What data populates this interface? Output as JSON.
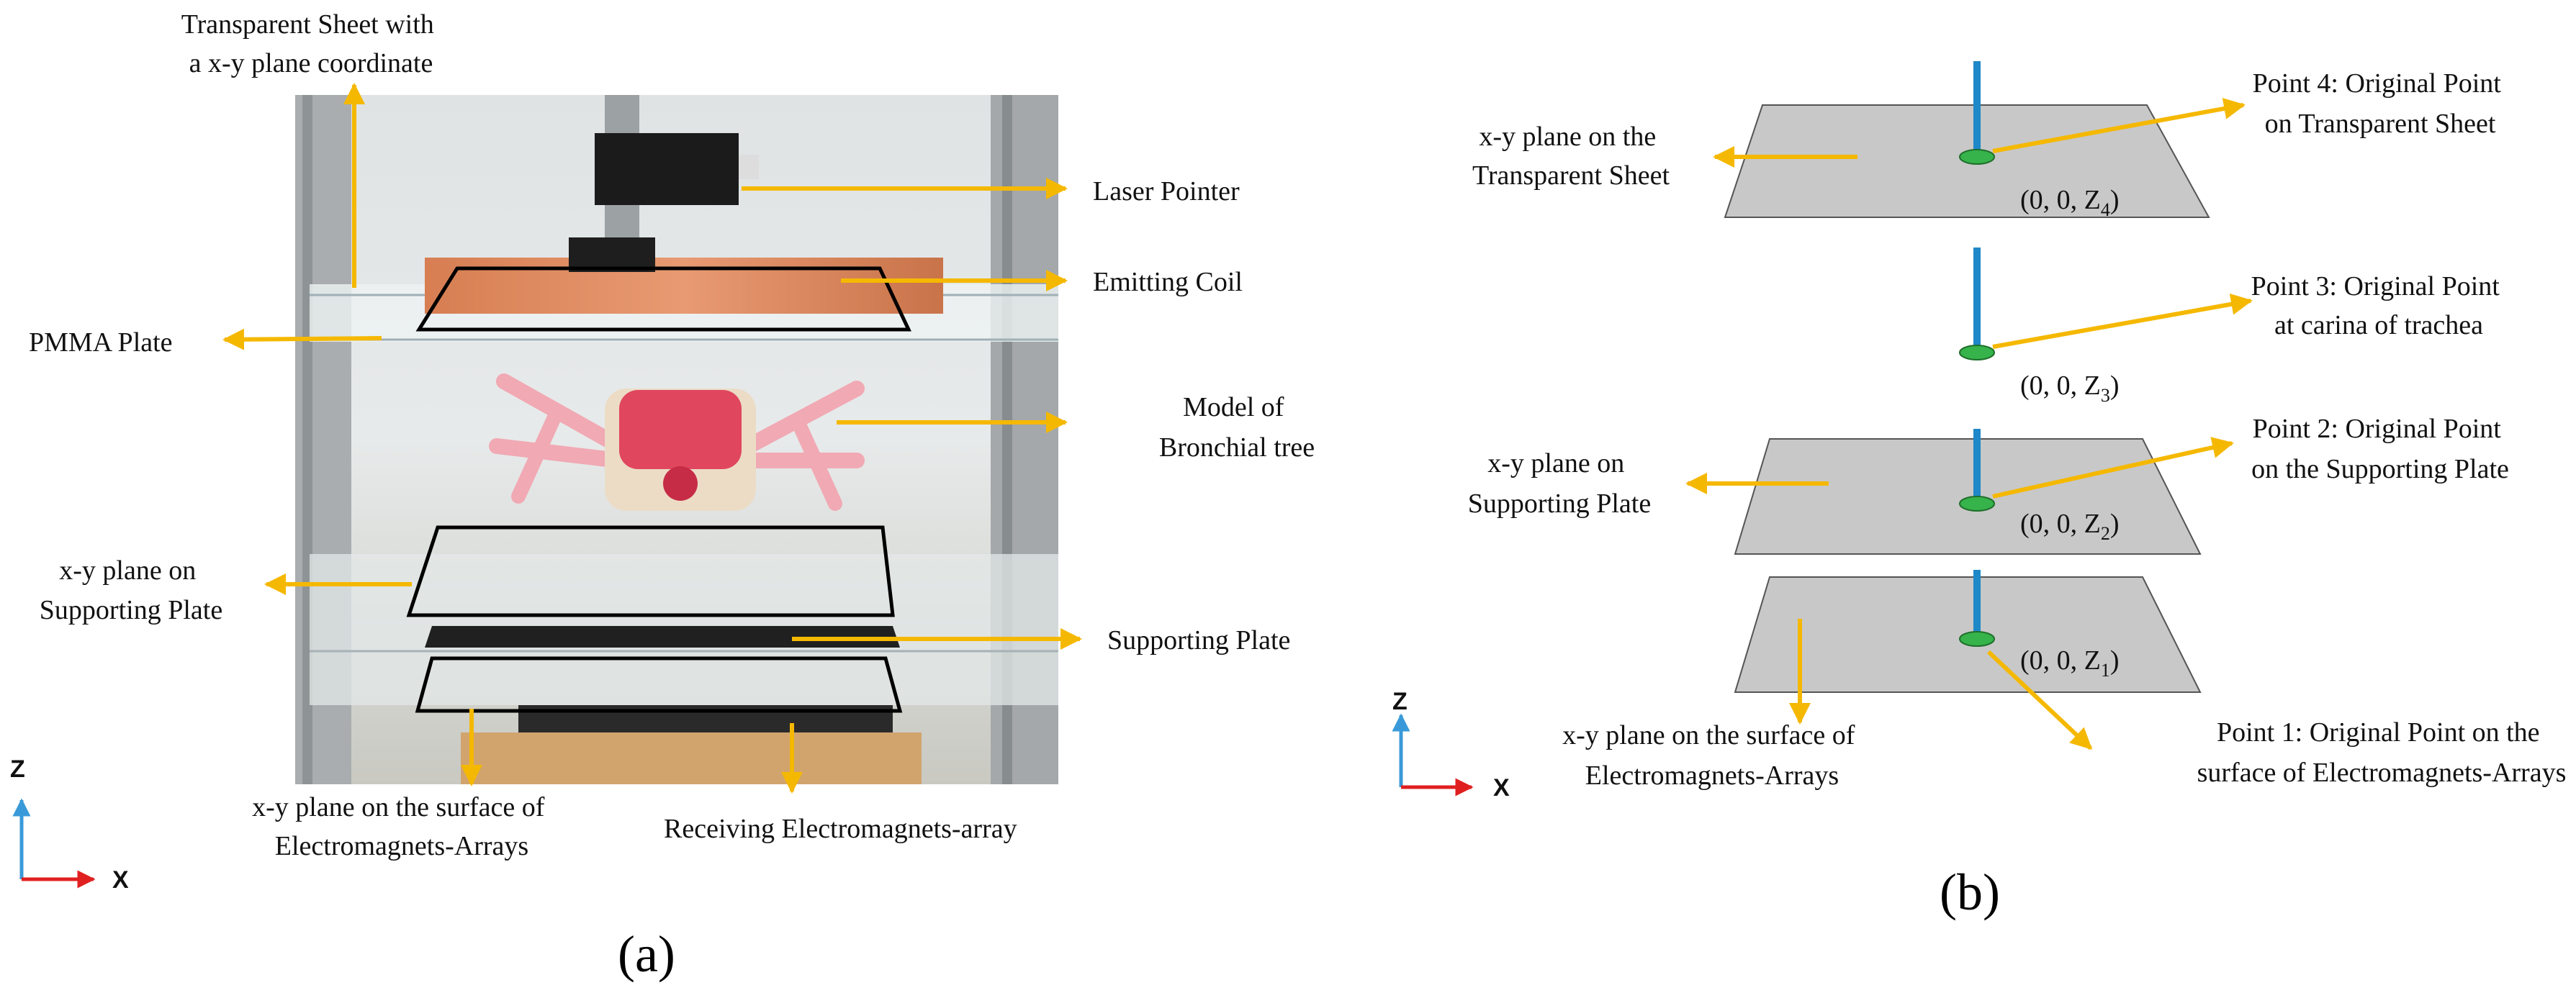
{
  "panel_a": {
    "caption": "(a)",
    "labels": {
      "transparent_sheet": [
        "Transparent Sheet with",
        "a  x-y plane coordinate"
      ],
      "laser_pointer": "Laser Pointer",
      "emitting_coil": "Emitting Coil",
      "pmma_plate": "PMMA Plate",
      "bronchial_tree": [
        "Model of",
        "Bronchial tree"
      ],
      "xy_supporting": [
        "x-y plane on",
        "Supporting Plate"
      ],
      "supporting_plate": "Supporting Plate",
      "xy_surface": [
        "x-y plane on the surface of",
        "Electromagnets-Arrays"
      ],
      "receiving_array": "Receiving Electromagnets-array"
    },
    "axes": {
      "vertical": "Z",
      "horizontal": "X"
    }
  },
  "panel_b": {
    "caption": "(b)",
    "planes": [
      {
        "left_label": [
          "x-y plane on the",
          "Transparent Sheet"
        ],
        "coordinate": {
          "pre": "(0, 0, Z",
          "sub": "4",
          "post": ")"
        },
        "point_label": [
          "Point 4: Original Point",
          "on Transparent Sheet"
        ]
      },
      {
        "coordinate": {
          "pre": "(0, 0, Z",
          "sub": "3",
          "post": ")"
        },
        "point_label": [
          "Point 3: Original Point",
          "at carina of trachea"
        ]
      },
      {
        "left_label": [
          "x-y plane on",
          "Supporting Plate"
        ],
        "coordinate": {
          "pre": "(0, 0, Z",
          "sub": "2",
          "post": ")"
        },
        "point_label": [
          "Point 2: Original Point",
          "on the Supporting Plate"
        ]
      },
      {
        "left_label": [
          "x-y plane on the surface of",
          "Electromagnets-Arrays"
        ],
        "coordinate": {
          "pre": "(0, 0, Z",
          "sub": "1",
          "post": ")"
        },
        "point_label": [
          "Point 1: Original Point on the",
          "surface of  Electromagnets-Arrays"
        ]
      }
    ],
    "axes": {
      "vertical": "Z",
      "horizontal": "X"
    }
  },
  "colors": {
    "arrow": "#f5b800",
    "plane": "#c8c8c8",
    "pointer": "#1e88c8",
    "point": "#36b34a",
    "axis_z": "#3a9ad9",
    "axis_x": "#e02020"
  }
}
